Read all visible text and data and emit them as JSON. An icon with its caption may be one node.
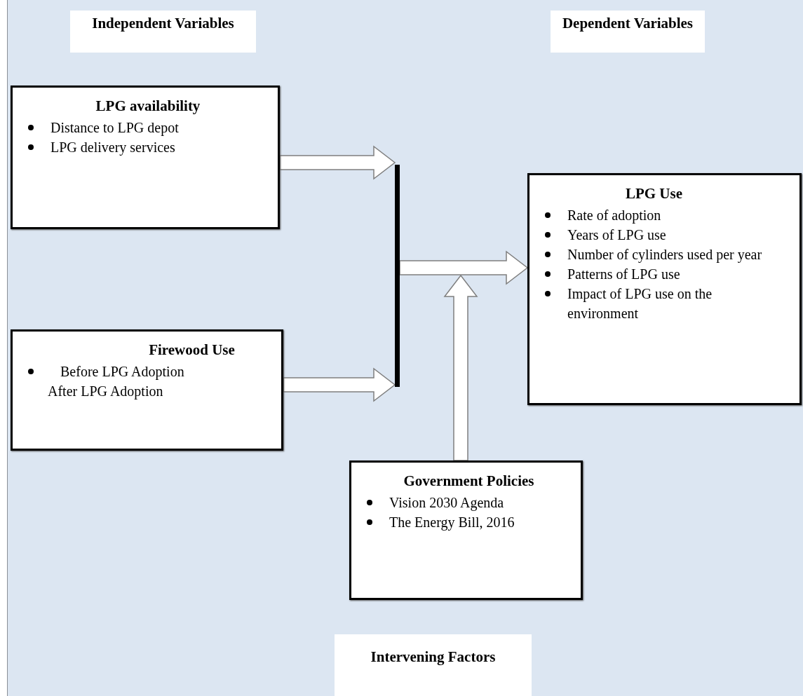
{
  "diagram": {
    "nodes": [
      {
        "text": [
          "Independent Variables"
        ]
      },
      {
        "text": [
          "Dependent Variables"
        ]
      },
      {
        "text": [
          "LPG availability",
          "Distance to LPG depot",
          "LPG delivery services"
        ]
      },
      {
        "text": [
          "Firewood Use",
          "Before LPG Adoption",
          "After LPG Adoption"
        ]
      },
      {
        "text": [],
        "shape": "bar"
      },
      {
        "text": [
          "LPG Use",
          "Rate of adoption",
          "Years of LPG use",
          "Number of cylinders used per year",
          "Patterns of LPG use",
          "Impact of LPG use on the environment"
        ]
      },
      {
        "text": [
          "Government Policies",
          "Vision 2030 Agenda",
          "The Energy Bill, 2016"
        ]
      },
      {
        "text": [
          "Intervening Factors"
        ]
      }
    ],
    "edges": [
      {
        "from": 2,
        "to": 4,
        "arrow": "to"
      },
      {
        "from": 3,
        "to": 4,
        "arrow": "to"
      },
      {
        "from": 4,
        "to": 5,
        "arrow": "to"
      },
      {
        "from": 6,
        "to": null,
        "arrow": "to"
      }
    ]
  }
}
